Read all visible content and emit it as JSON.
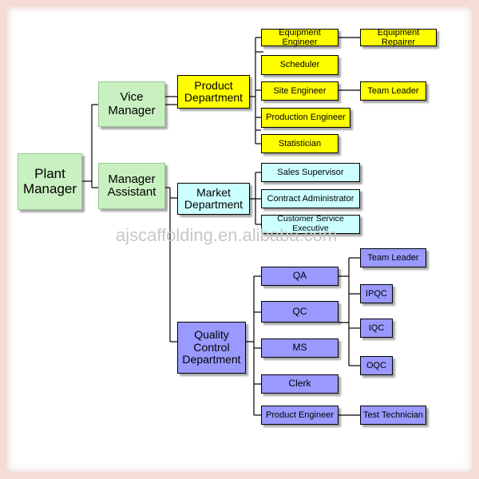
{
  "root": {
    "label": "Plant\nManager"
  },
  "level1": {
    "vice_manager": "Vice Manager",
    "manager_assistant": "Manager\nAssistant"
  },
  "departments": {
    "product": "Product\nDepartment",
    "market": "Market\nDepartment",
    "quality": "Quality Control\nDepartment"
  },
  "product_roles": {
    "equipment_engineer": "Equipment Engineer",
    "equipment_repairer": "Equipment Repairer",
    "scheduler": "Scheduler",
    "site_engineer": "Site Engineer",
    "team_leader": "Team Leader",
    "production_engineer": "Production Engineer",
    "statistician": "Statistician"
  },
  "market_roles": {
    "sales_supervisor": "Sales Supervisor",
    "contract_administrator": "Contract Administrator",
    "customer_service_executive": "Customer Service Executive"
  },
  "quality_roles": {
    "qa": "QA",
    "qc": "QC",
    "ms": "MS",
    "clerk": "Clerk",
    "product_engineer": "Product Engineer",
    "team_leader": "Team Leader",
    "ipqc": "IPQC",
    "iqc": "IQC",
    "oqc": "OQC",
    "test_technician": "Test Technician"
  },
  "watermark": "ajscaffolding.en.alibaba.com"
}
